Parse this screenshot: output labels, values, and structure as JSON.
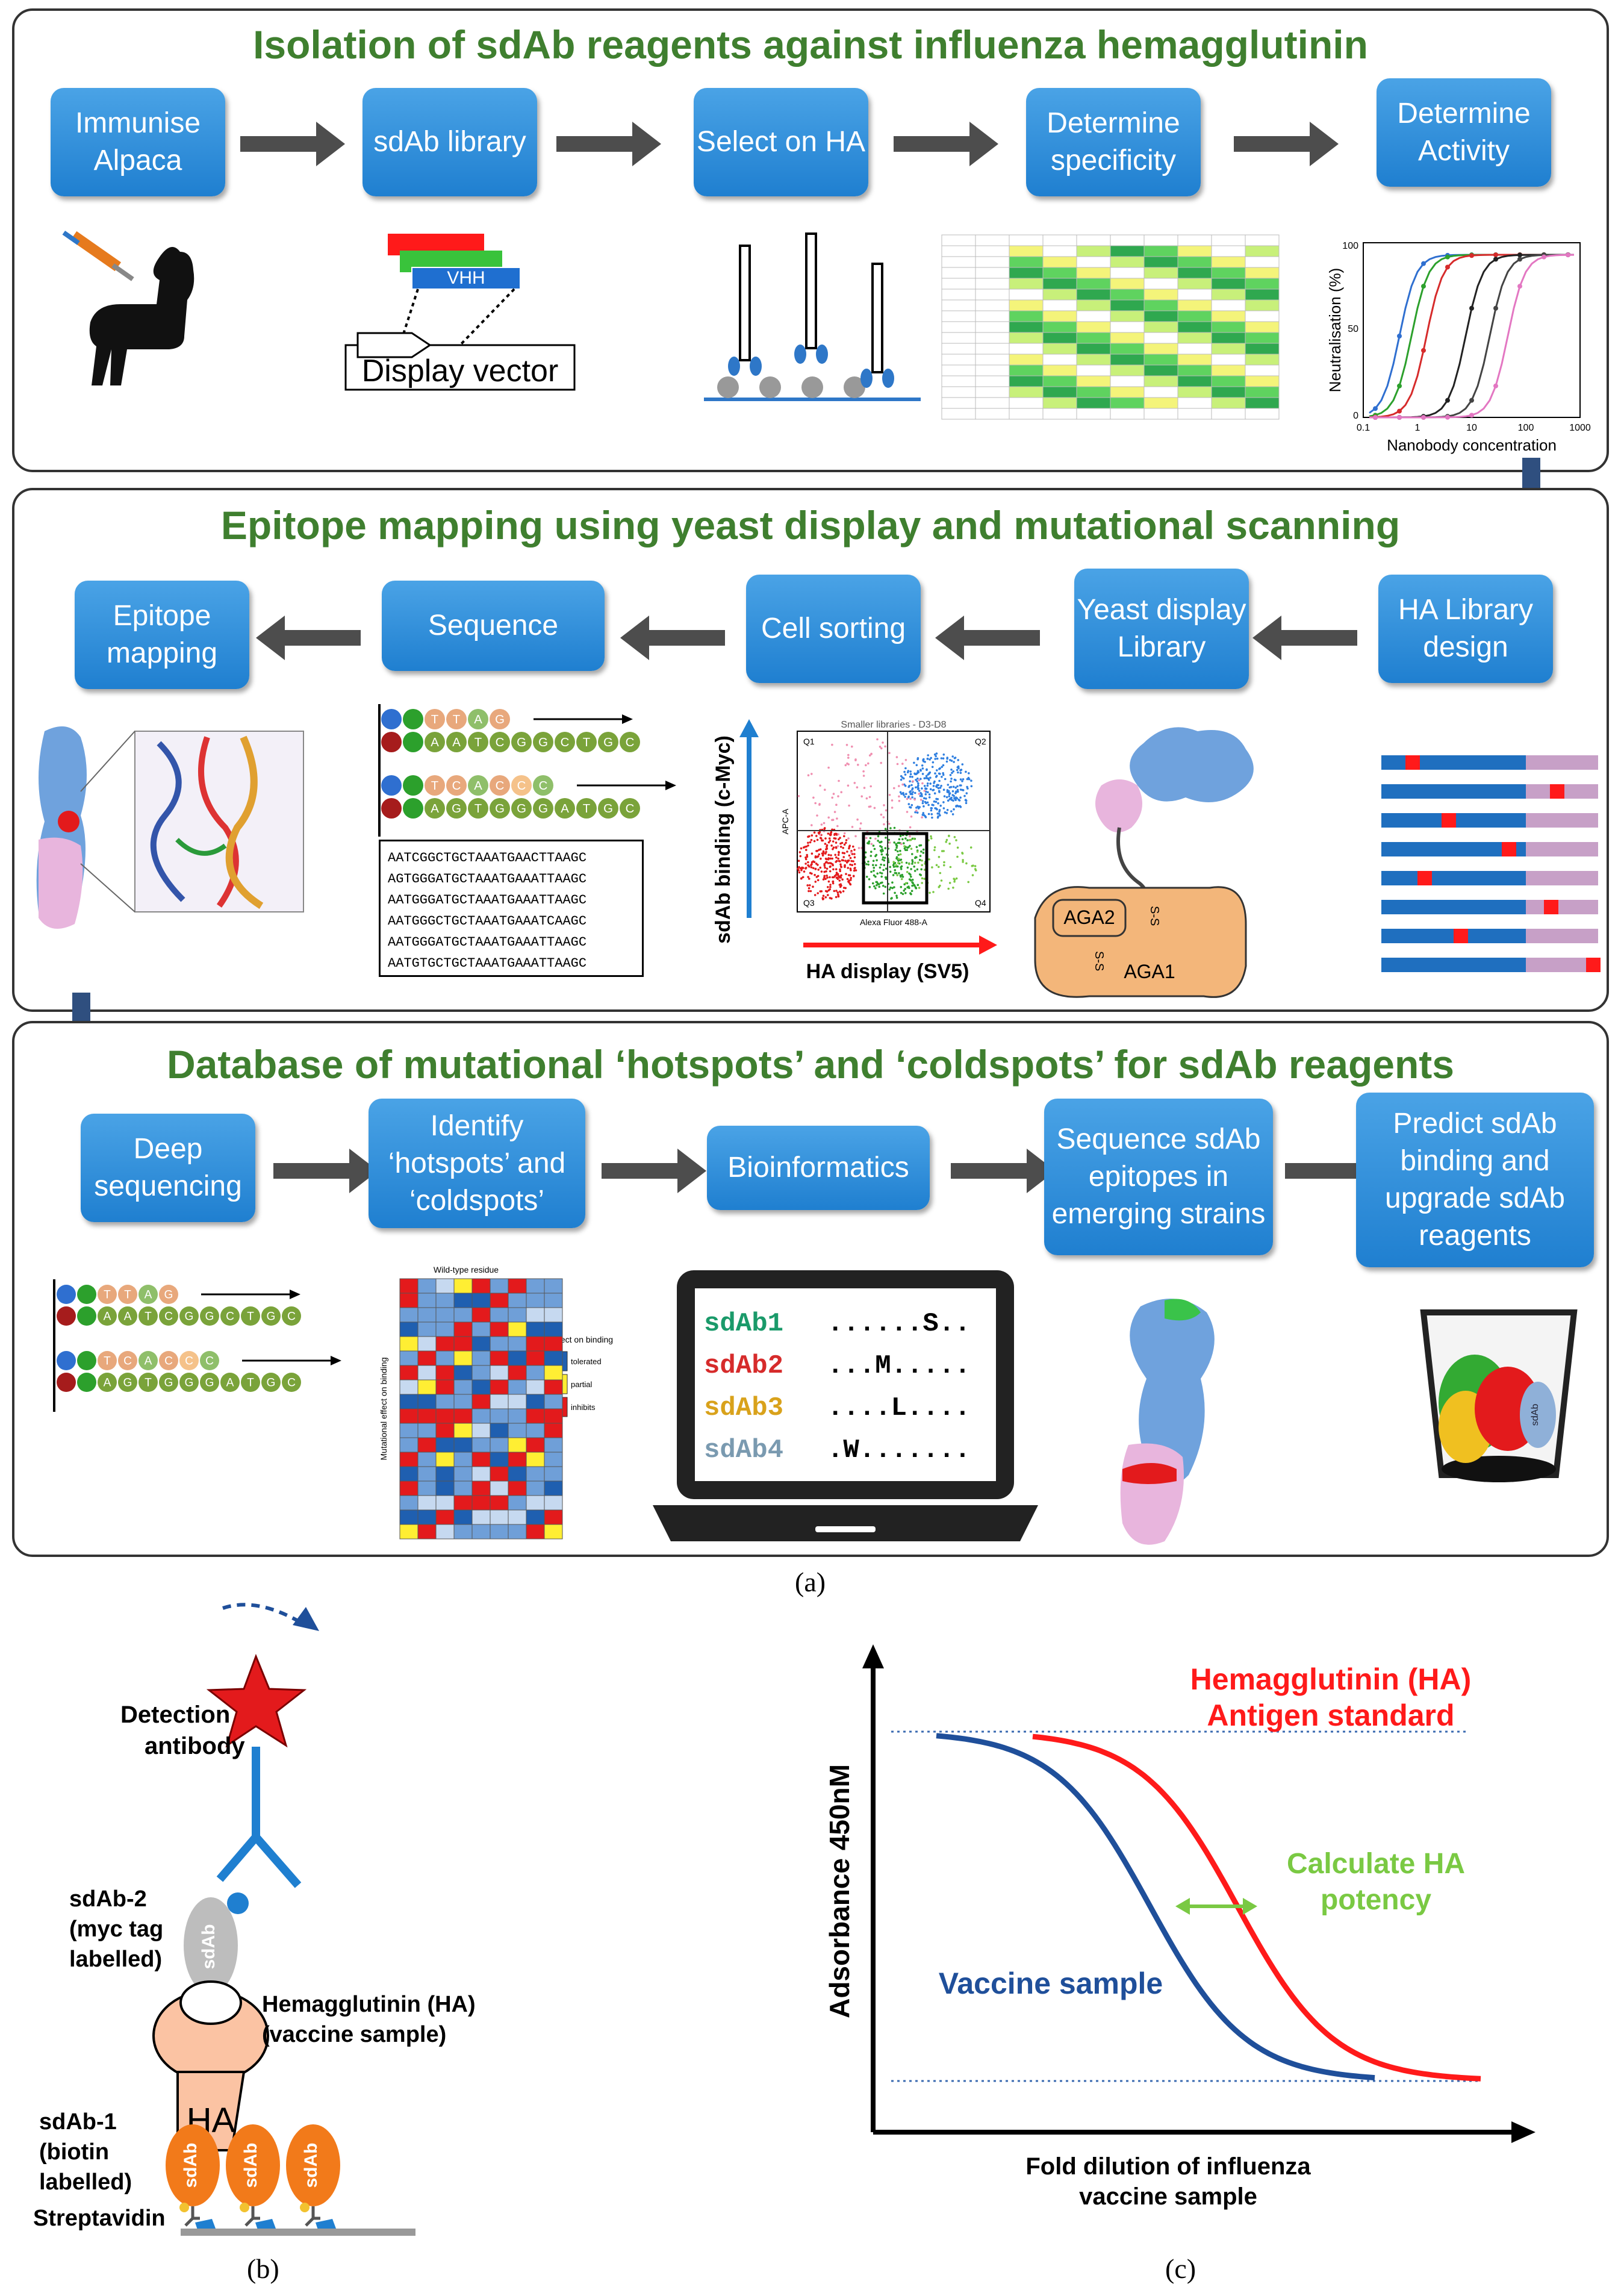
{
  "panels": {
    "top": {
      "title": "Isolation of sdAb reagents against influenza hemagglutinin",
      "steps": [
        "Immunise Alpaca",
        "sdAb library",
        "Select on HA",
        "Determine specificity",
        "Determine Activity"
      ],
      "vhh_label": "VHH",
      "display_vector_label": "Display vector",
      "neut_ylabel": "Neutralisation (%)",
      "neut_xlabel": "Nanobody concentration",
      "neut_yticks": [
        "0",
        "50",
        "100"
      ],
      "neut_xticks": [
        "0.1",
        "1",
        "10",
        "100",
        "1000"
      ]
    },
    "middle": {
      "title": "Epitope mapping using yeast display and mutational scanning",
      "steps": [
        "Epitope mapping",
        "Sequence",
        "Cell sorting",
        "Yeast display Library",
        "HA Library design"
      ],
      "seq_pairs": [
        {
          "top": "TTAG",
          "bottom": "AATCGGCTGC"
        },
        {
          "top": "TCACCC",
          "bottom": "AGTGGGATGC"
        }
      ],
      "alignment": [
        "AATCGGCTGCTAAATGAACTTAAGC",
        "AGTGGGATGCTAAATGAAATTAAGC",
        "AATGGGATGCTAAATGAAATTAAGC",
        "AATGGGCTGCTAAATGAAATCAAGC",
        "AATGGGATGCTAAATGAAATTAAGC",
        "AATGTGCTGCTAAATGAAATTAAGC"
      ],
      "facs_title": "Smaller libraries - D3-D8",
      "facs_quadrants": [
        "Q1",
        "Q2",
        "Q3",
        "Q4"
      ],
      "facs_yaxis": "APC-A",
      "facs_xaxis": "Alexa Fluor 488-A",
      "sdab_binding_label": "sdAb binding (c-Myc)",
      "ha_display_label": "HA display (SV5)",
      "aga1_label": "AGA1",
      "aga2_label": "AGA2",
      "ss_label": "S-S"
    },
    "bottom": {
      "title": "Database of mutational ‘hotspots’ and ‘coldspots’ for sdAb reagents",
      "steps": [
        "Deep sequencing",
        "Identify ‘hotspots’ and ‘coldspots’",
        "Bioinformatics",
        "Sequence sdAb epitopes in emerging strains",
        "Predict sdAb binding and upgrade sdAb reagents"
      ],
      "heatmap_title": "Wild-type residue",
      "heatmap_ylabel": "Mutational effect on binding",
      "heatmap_legend_title": "Effect on binding",
      "heatmap_legend": [
        {
          "label": "tolerated",
          "color": "#1f5fb0"
        },
        {
          "label": "partial",
          "color": "#ffee33"
        },
        {
          "label": "inhibits",
          "color": "#e31a1c"
        }
      ],
      "laptop_lines": [
        {
          "name": "sdAb1",
          "seq": "......S..",
          "color": "#1a9a6a"
        },
        {
          "name": "sdAb2",
          "seq": "...M.....",
          "color": "#d62b2b"
        },
        {
          "name": "sdAb3",
          "seq": "....L....",
          "color": "#d9a21b"
        },
        {
          "name": "sdAb4",
          "seq": ".W.......",
          "color": "#7a9ab0"
        }
      ],
      "cup_label": "sdAb"
    }
  },
  "captions": {
    "a": "(a)",
    "b": "(b)",
    "c": "(c)"
  },
  "panel_b": {
    "detection_antibody": "Detection antibody",
    "sdab2": "sdAb-2 (myc tag labelled)",
    "ha_vaccine": "Hemagglutinin (HA) (vaccine sample)",
    "ha_short": "HA",
    "sdab1": "sdAb-1 (biotin labelled)",
    "streptavidin": "Streptavidin",
    "sdab_mark": "sdAb"
  },
  "chart_data": {
    "type": "line",
    "ylabel": "Adsorbance 450nM",
    "xlabel": "Fold dilution of influenza vaccine sample",
    "series": [
      {
        "name": "Hemagglutinin (HA) Antigen standard",
        "color": "#ff1a1a"
      },
      {
        "name": "Vaccine sample",
        "color": "#1f4f9a"
      }
    ],
    "annotation": "Calculate HA potency",
    "annotation_color": "#7ac943",
    "grid": false
  }
}
